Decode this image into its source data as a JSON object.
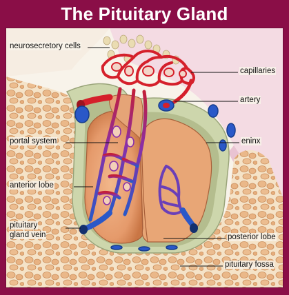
{
  "title": "The Pituitary Gland",
  "colors": {
    "frame": "#8a0e47",
    "panel": "#f8f3ea",
    "bone": "#e7b98a",
    "gland": "#e59a6b",
    "artery": "#d5202b",
    "portal": "#8a2fa8",
    "vein": "#2a58c8",
    "meninx": "#c9d2a9"
  },
  "labels": {
    "neurosecretory_cells": "neurosecretory cells",
    "capillaries": "capillaries",
    "artery": "artery",
    "portal_system": "portal system",
    "meninx": "eninx",
    "anterior_lobe": "anterior lobe",
    "pituitary_gland_vein_line1": "pituitary",
    "pituitary_gland_vein_line2": "gland vein",
    "posterior_lobe": "posterior lobe",
    "pituitary_fossa": "pituitary fossa"
  }
}
